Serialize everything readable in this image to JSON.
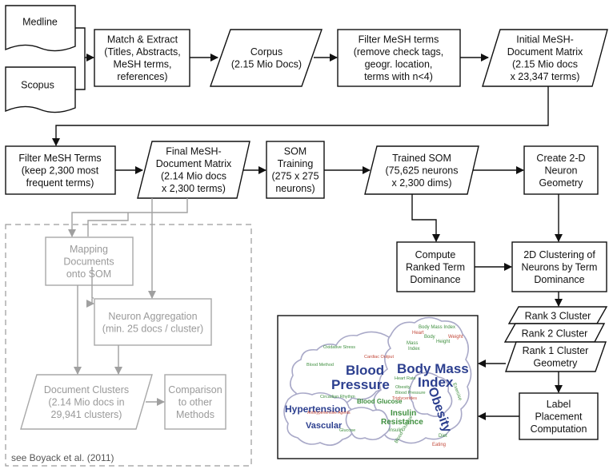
{
  "nodes": {
    "medline": [
      "Medline"
    ],
    "scopus": [
      "Scopus"
    ],
    "match_extract": [
      "Match & Extract",
      "(Titles, Abstracts,",
      "MeSH terms,",
      "references)"
    ],
    "corpus": [
      "Corpus",
      "(2.15 Mio Docs)"
    ],
    "filter_mesh_terms_1": [
      "Filter MeSH terms",
      "(remove check tags,",
      "geogr. location,",
      "terms with n<4)"
    ],
    "initial_matrix": [
      "Initial MeSH-",
      "Document Matrix",
      "(2.15 Mio docs",
      "x 23,347 terms)"
    ],
    "filter_mesh_terms_2": [
      "Filter MeSH Terms",
      "(keep 2,300 most",
      "frequent terms)"
    ],
    "final_matrix": [
      "Final MeSH-",
      "Document Matrix",
      "(2.14 Mio docs",
      "x 2,300 terms)"
    ],
    "som_training": [
      "SOM",
      "Training",
      "(275 x 275",
      "neurons)"
    ],
    "trained_som": [
      "Trained SOM",
      "(75,625 neurons",
      "x 2,300 dims)"
    ],
    "create_geometry": [
      "Create 2-D",
      "Neuron",
      "Geometry"
    ],
    "compute_dominance": [
      "Compute",
      "Ranked Term",
      "Dominance"
    ],
    "clustering_2d": [
      "2D Clustering  of",
      "Neurons by Term",
      "Dominance"
    ],
    "rank3": [
      "Rank 3 Cluster"
    ],
    "rank2": [
      "Rank 2 Cluster"
    ],
    "rank1": [
      "Rank 1 Cluster",
      "Geometry"
    ],
    "label_placement": [
      "Label",
      "Placement",
      "Computation"
    ],
    "mapping_documents": [
      "Mapping",
      "Documents",
      "onto SOM"
    ],
    "neuron_aggregation": [
      "Neuron Aggregation",
      "(min. 25 docs / cluster)"
    ],
    "document_clusters": [
      "Document Clusters",
      "(2.14 Mio docs in",
      "29,941 clusters)"
    ],
    "comparison": [
      "Comparison",
      "to other",
      "Methods"
    ]
  },
  "citation": "see Boyack et al. (2011)",
  "map_labels": {
    "large": [
      "Blood",
      "Pressure",
      "Body Mass",
      "Index",
      "Obesity"
    ],
    "medium": [
      "Hypertension",
      "Vascular",
      "Insulin",
      "Resistance",
      "Blood Glucose"
    ],
    "small_green": [
      "Oxidative Stress",
      "Blood Method",
      "Circadian Rhythm",
      "Heart Rate",
      "Body Mass Index",
      "Body",
      "Height",
      "Mass",
      "Index",
      "Insulin",
      "Blood Glucose",
      "Exercise",
      "Glucose",
      "Blood Pressure",
      "Obesity",
      "Diet"
    ],
    "small_red": [
      "Cardiac Output",
      "Heart",
      "Antihypertensive Agents",
      "Triglycerides",
      "Weight",
      "Eating"
    ]
  },
  "colors": {
    "pipeline_stroke": "#111111",
    "boyack_stroke": "#a8a8a8",
    "label_big": "#2c3f8f",
    "label_green": "#3f8f3f",
    "label_red": "#c2493a",
    "cloud_stroke": "#a9a9c8"
  }
}
